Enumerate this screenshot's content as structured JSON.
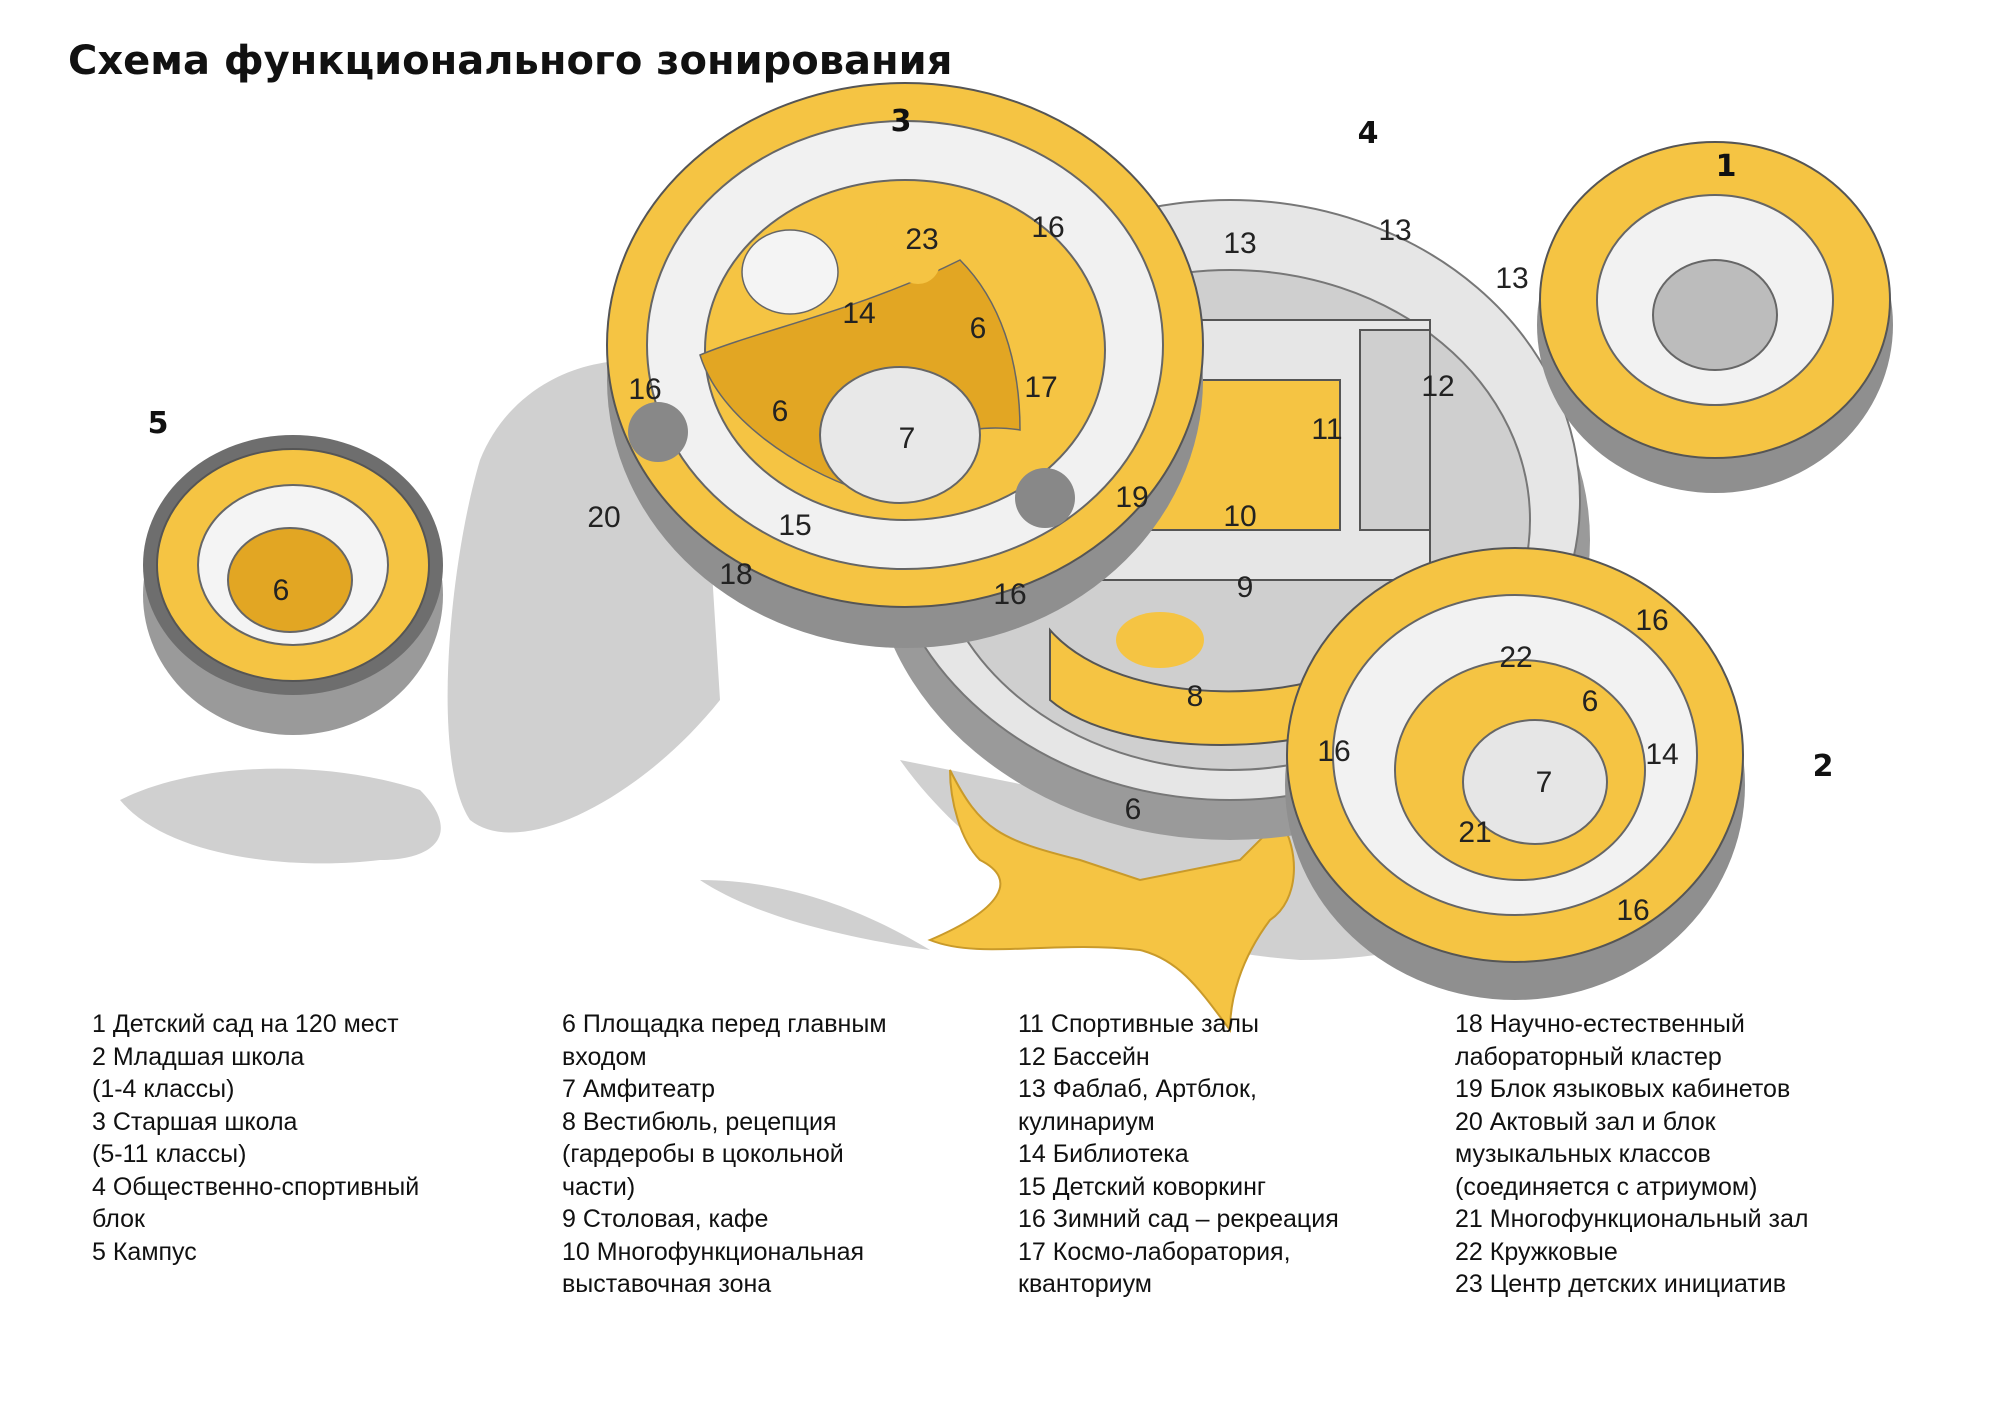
{
  "title": "Схема функционального зонирования",
  "colors": {
    "accent": "#f5c443",
    "accent_dark": "#e2a623",
    "shadow": "#cfcfcf",
    "structure": "#8a8a8a",
    "floor_light": "#ececec"
  },
  "buildings": [
    {
      "number": "1"
    },
    {
      "number": "2"
    },
    {
      "number": "3"
    },
    {
      "number": "4"
    },
    {
      "number": "5"
    }
  ],
  "zones": [
    {
      "label": "6"
    },
    {
      "label": "6"
    },
    {
      "label": "6"
    },
    {
      "label": "6"
    },
    {
      "label": "6"
    },
    {
      "label": "7"
    },
    {
      "label": "7"
    },
    {
      "label": "8"
    },
    {
      "label": "9"
    },
    {
      "label": "10"
    },
    {
      "label": "11"
    },
    {
      "label": "12"
    },
    {
      "label": "13"
    },
    {
      "label": "13"
    },
    {
      "label": "13"
    },
    {
      "label": "14"
    },
    {
      "label": "14"
    },
    {
      "label": "15"
    },
    {
      "label": "16"
    },
    {
      "label": "16"
    },
    {
      "label": "16"
    },
    {
      "label": "16"
    },
    {
      "label": "16"
    },
    {
      "label": "16"
    },
    {
      "label": "17"
    },
    {
      "label": "18"
    },
    {
      "label": "19"
    },
    {
      "label": "20"
    },
    {
      "label": "21"
    },
    {
      "label": "22"
    },
    {
      "label": "23"
    }
  ],
  "legend": [
    [
      "1 Детский сад на 120 мест",
      "2 Младшая школа",
      "(1-4 классы)",
      "3 Старшая школа",
      "(5-11 классы)",
      "4 Общественно-спортивный",
      "блок",
      "5 Кампус"
    ],
    [
      "6 Площадка перед главным",
      "входом",
      "7 Амфитеатр",
      "8 Вестибюль, рецепция",
      "(гардеробы в цокольной",
      "части)",
      "9 Столовая, кафе",
      "10 Многофункциональная",
      "выставочная зона"
    ],
    [
      "11 Спортивные залы",
      "12 Бассейн",
      "13 Фаблаб, Артблок,",
      "кулинариум",
      "14 Библиотека",
      "15 Детский коворкинг",
      "16 Зимний сад – рекреация",
      "17 Космо-лаборатория,",
      "кванториум"
    ],
    [
      "18 Научно-естественный",
      "лабораторный кластер",
      "19 Блок языковых кабинетов",
      "20 Актовый зал и блок",
      "музыкальных классов",
      "(соединяется с атриумом)",
      "21 Многофункциональный зал",
      "22 Кружковые",
      "23 Центр детских инициатив"
    ]
  ]
}
